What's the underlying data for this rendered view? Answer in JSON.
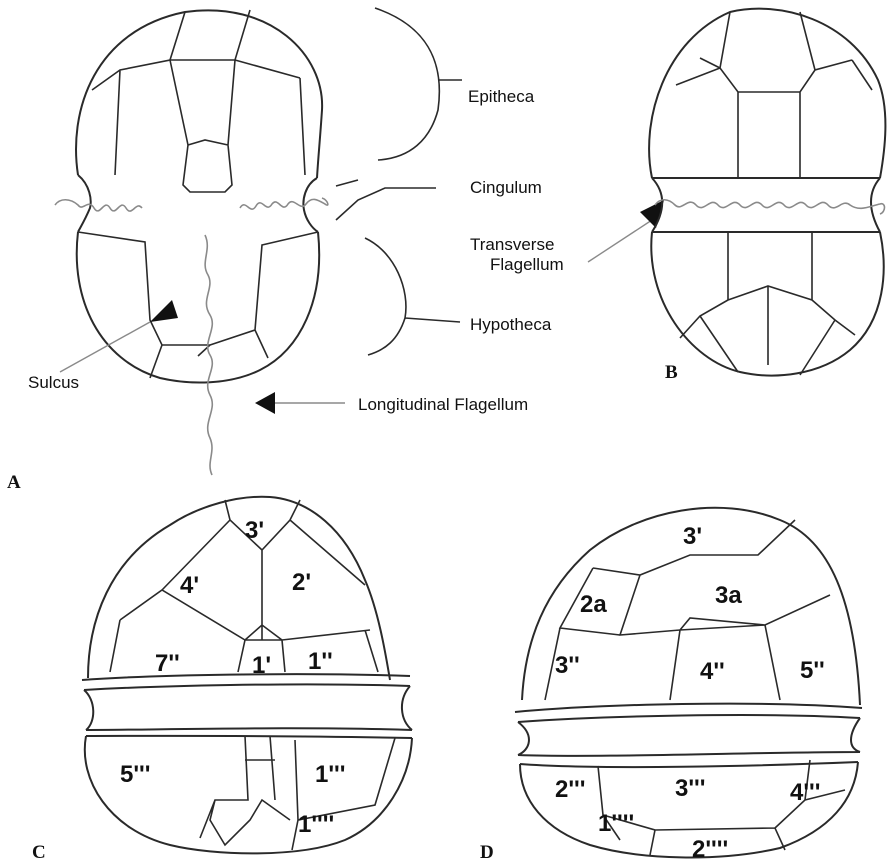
{
  "labels": {
    "epitheca": "Epitheca",
    "cingulum": "Cingulum",
    "transverse_flagellum": "Transverse\nFlagellum",
    "hypotheca": "Hypotheca",
    "sulcus": "Sulcus",
    "longitudinal_flagellum": "Longitudinal Flagellum"
  },
  "panels": {
    "a": "A",
    "b": "B",
    "c": "C",
    "d": "D"
  },
  "plates_c": [
    {
      "id": "c-3p",
      "text": "3'"
    },
    {
      "id": "c-4p",
      "text": "4'"
    },
    {
      "id": "c-2p",
      "text": "2'"
    },
    {
      "id": "c-7pp",
      "text": "7''"
    },
    {
      "id": "c-1p",
      "text": "1'"
    },
    {
      "id": "c-1pp",
      "text": "1''"
    },
    {
      "id": "c-5ppp",
      "text": "5'''"
    },
    {
      "id": "c-1ppp",
      "text": "1'''"
    },
    {
      "id": "c-1pppp",
      "text": "1''''"
    }
  ],
  "plates_d": [
    {
      "id": "d-3p",
      "text": "3'"
    },
    {
      "id": "d-2a",
      "text": "2a"
    },
    {
      "id": "d-3a",
      "text": "3a"
    },
    {
      "id": "d-3pp",
      "text": "3''"
    },
    {
      "id": "d-4pp",
      "text": "4''"
    },
    {
      "id": "d-5pp",
      "text": "5''"
    },
    {
      "id": "d-2ppp",
      "text": "2'''"
    },
    {
      "id": "d-3ppp",
      "text": "3'''"
    },
    {
      "id": "d-4ppp",
      "text": "4'''"
    },
    {
      "id": "d-1pppp",
      "text": "1''''"
    },
    {
      "id": "d-2pppp",
      "text": "2''''"
    }
  ]
}
